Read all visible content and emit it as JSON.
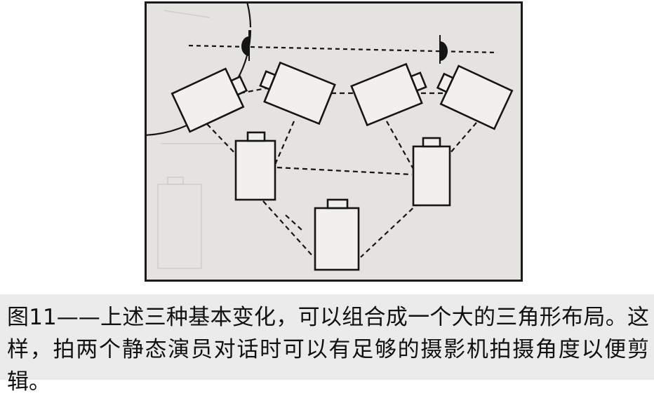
{
  "caption": {
    "text": "图11——上述三种基本变化，可以组合成一个大的三角形布局。这样，拍两个静态演员对话时可以有足够的摄影机拍摄角度以便剪辑。"
  },
  "diagram": {
    "colors": {
      "paper": "#e5e3e0",
      "ink": "#151515",
      "frame": "#1a1a1a",
      "caption_band": "#ebebeb"
    },
    "elements": {
      "actors": 2,
      "cameras_top_row": 4,
      "cameras_middle_row": 2,
      "cameras_bottom": 1
    }
  }
}
